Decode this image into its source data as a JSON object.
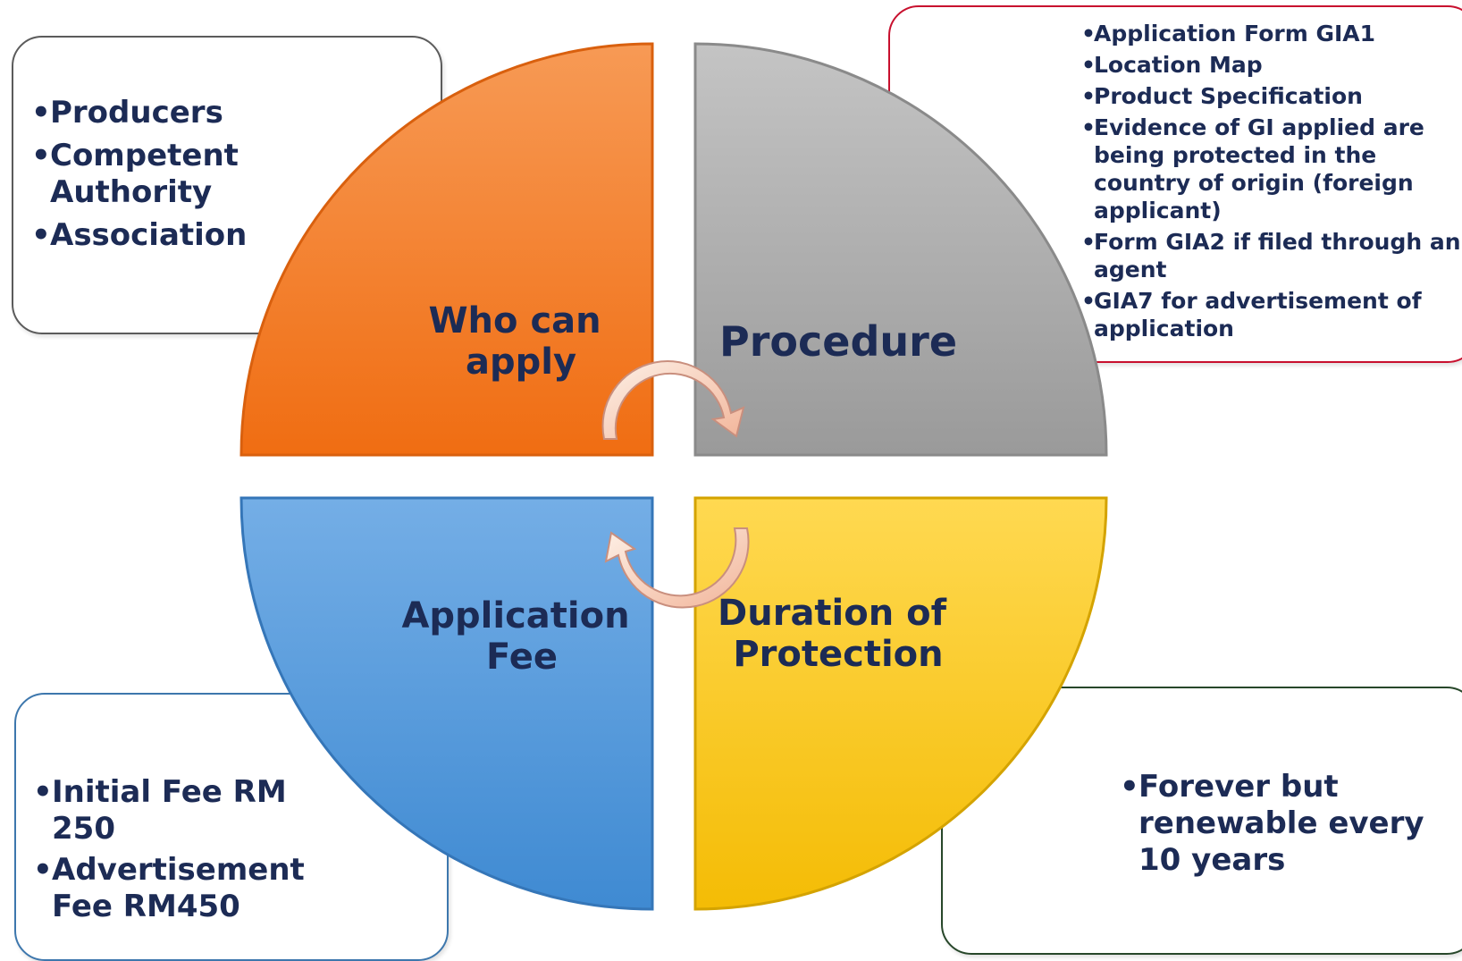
{
  "quadrants": {
    "who_can_apply": {
      "line1": "Who can",
      "line2": "apply",
      "color": "#f47a22"
    },
    "procedure": {
      "label": "Procedure",
      "color": "#a6a6a6"
    },
    "application_fee": {
      "line1": "Application",
      "line2": "Fee",
      "color": "#4f95d8"
    },
    "duration": {
      "line1": "Duration of",
      "line2": "Protection",
      "color": "#f7c514"
    }
  },
  "who_can_apply_items": [
    "Producers",
    "Competent Authority",
    "Association"
  ],
  "procedure_items": [
    "Application Form GIA1",
    "Location Map",
    "Product Specification",
    "Evidence of GI applied are being protected in the country of origin  (foreign  applicant)",
    "Form GIA2 if filed through an agent",
    "GIA7 for advertisement of application"
  ],
  "fee_items": [
    "Initial Fee RM 250",
    "Advertisement Fee RM450"
  ],
  "duration_items": [
    "Forever but renewable every 10 years"
  ],
  "colors": {
    "text": "#1c2b55",
    "border_who": "#5b5b5b",
    "border_procedure": "#c8102e",
    "border_fee": "#3d77ad",
    "border_duration": "#27472a"
  }
}
